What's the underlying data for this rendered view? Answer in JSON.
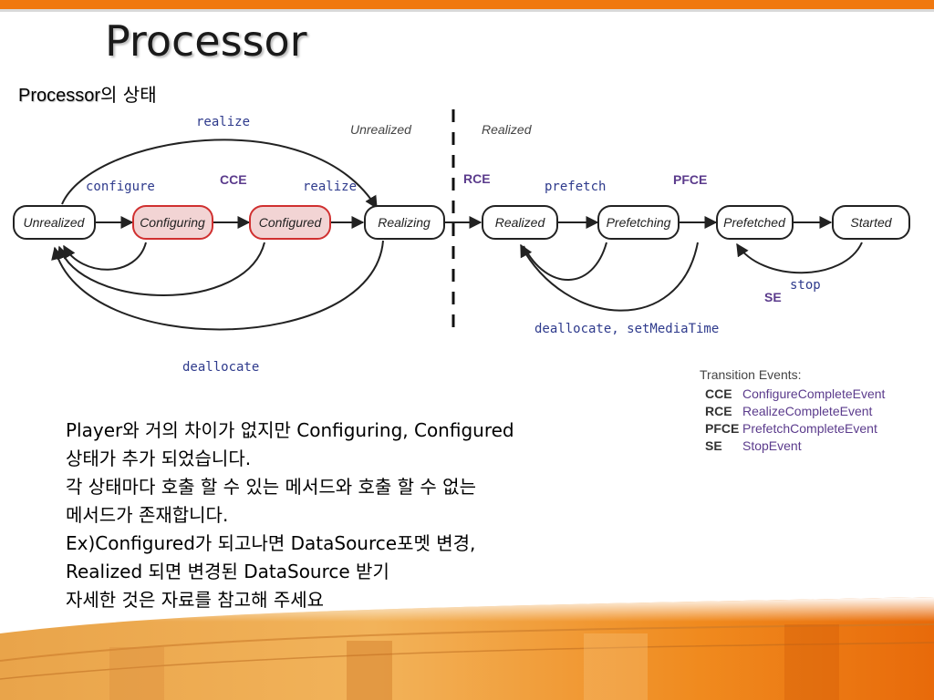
{
  "slide": {
    "title": "Processor",
    "subtitle_en": "Processor",
    "subtitle_ko": "의 상태"
  },
  "diagram": {
    "regions": {
      "left": "Unrealized",
      "right": "Realized"
    },
    "states": {
      "unrealized": "Unrealized",
      "configuring": "Configuring",
      "configured": "Configured",
      "realizing": "Realizing",
      "realized": "Realized",
      "prefetching": "Prefetching",
      "prefetched": "Prefetched",
      "started": "Started"
    },
    "labels": {
      "realize_top": "realize",
      "configure": "configure",
      "cce": "CCE",
      "realize_mid": "realize",
      "rce": "RCE",
      "prefetch": "prefetch",
      "pfce": "PFCE",
      "stop": "stop",
      "se": "SE",
      "dealloc_right": "deallocate, setMediaTime",
      "dealloc_left": "deallocate"
    }
  },
  "legend": {
    "title": "Transition Events:",
    "items": [
      {
        "abbr": "CCE",
        "full": "ConfigureCompleteEvent"
      },
      {
        "abbr": "RCE",
        "full": "RealizeCompleteEvent"
      },
      {
        "abbr": "PFCE",
        "full": "PrefetchCompleteEvent"
      },
      {
        "abbr": "SE",
        "full": "StopEvent"
      }
    ]
  },
  "body_lines": [
    "Player와 거의 차이가 없지만 Configuring, Configured",
    "상태가 추가 되었습니다.",
    "각 상태마다 호출 할 수 있는 메서드와 호출 할 수 없는",
    "메서드가 존재합니다.",
    "Ex)Configured가 되고나면 DataSource포멧 변경,",
    "Realized 되면 변경된 DataSource 받기",
    "자세한 것은 자료를 참고해 주세요"
  ],
  "colors": {
    "accent_orange": "#f0780f",
    "event_purple": "#5b3b8c",
    "highlight_fill": "#f2d4d4",
    "highlight_stroke": "#d03030"
  }
}
